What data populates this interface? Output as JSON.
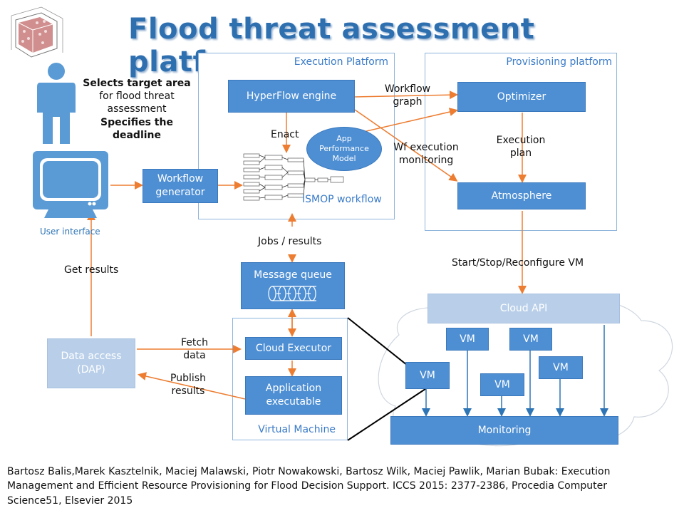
{
  "title": "Flood threat assessment platform",
  "actor": {
    "line1": "Selects target area",
    "line2": "for flood threat",
    "line3": "assessment",
    "line4": "Specifies the deadline"
  },
  "user_interface_label": "User interface",
  "frames": {
    "execution_platform": "Execution Platform",
    "provisioning_platform": "Provisioning platform",
    "virtual_machine": "Virtual Machine"
  },
  "boxes": {
    "hyperflow": "HyperFlow engine",
    "optimizer": "Optimizer",
    "atmosphere": "Atmosphere",
    "workflow_generator_1": "Workflow",
    "workflow_generator_2": "generator",
    "message_queue": "Message queue",
    "cloud_executor": "Cloud Executor",
    "application_executable_1": "Application",
    "application_executable_2": "executable",
    "data_access_1": "Data access",
    "data_access_2": "(DAP)",
    "cloud_api": "Cloud API",
    "monitoring": "Monitoring",
    "vm": "VM"
  },
  "app_model": {
    "line1": "App",
    "line2": "Performance",
    "line3": "Model"
  },
  "ismop_workflow": "ISMOP workflow",
  "edge_labels": {
    "workflow_graph_1": "Workflow",
    "workflow_graph_2": "graph",
    "enact": "Enact",
    "wf_execution_1": "Wf execution",
    "wf_execution_2": "monitoring",
    "execution_plan_1": "Execution",
    "execution_plan_2": "plan",
    "jobs_results": "Jobs / results",
    "start_stop": "Start/Stop/Reconfigure VM",
    "get_results": "Get results",
    "fetch_data_1": "Fetch",
    "fetch_data_2": "data",
    "publish_results_1": "Publish",
    "publish_results_2": "results"
  },
  "citation": {
    "line1": "Bartosz Balis,Marek Kasztelnik, Maciej Malawski, Piotr Nowakowski, Bartosz Wilk, Maciej Pawlik, Marian Bubak: Execution",
    "line2": "Management and Efficient Resource Provisioning for Flood Decision Support. ICCS 2015: 2377-2386, Procedia Computer",
    "line3": "Science51, Elsevier 2015"
  },
  "colors": {
    "box_blue": "#4e8fd4",
    "box_light": "#b9cfe9",
    "arrow_orange": "#ed7d31",
    "arrow_blue": "#2e75b6",
    "title_blue": "#2e6fb0"
  }
}
